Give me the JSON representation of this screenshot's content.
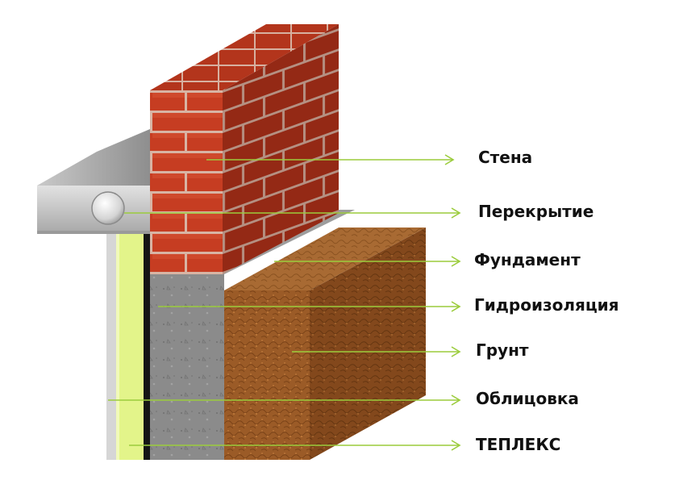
{
  "diagram": {
    "labels": [
      {
        "id": "wall",
        "text": "Стена"
      },
      {
        "id": "slab",
        "text": "Перекрытие"
      },
      {
        "id": "foundation",
        "text": "Фундамент"
      },
      {
        "id": "waterproofing",
        "text": "Гидроизоляция"
      },
      {
        "id": "soil",
        "text": "Грунт"
      },
      {
        "id": "cladding",
        "text": "Облицовка"
      },
      {
        "id": "teplex",
        "text": "ТЕПЛЕКС"
      }
    ],
    "colors": {
      "brick": "#c0391f",
      "brick_dark": "#8f2614",
      "mortar": "#d9b8a8",
      "concrete": "#8c8c8c",
      "soil": "#9a5a26",
      "insulation": "#e4f58a",
      "slab": "#bdbdbd",
      "leader_line": "#9bcc3c"
    }
  }
}
